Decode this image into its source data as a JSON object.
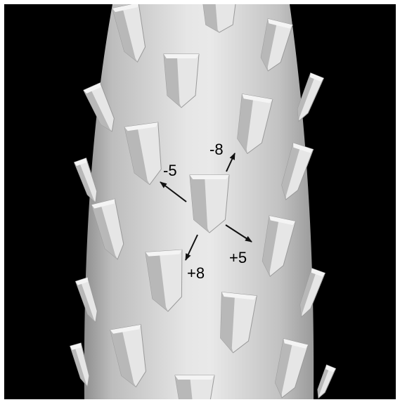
{
  "figure": {
    "background_color": "#000000",
    "frame_color": "#ffffff",
    "cone_color": "#d4d4d4",
    "scale_color": "#e8e8e8",
    "arrow_color": "#111111",
    "label_color": "#000000"
  },
  "parastichy_labels": {
    "up_left": "-5",
    "up_right": "-8",
    "down_right": "+5",
    "down_left": "+8"
  }
}
